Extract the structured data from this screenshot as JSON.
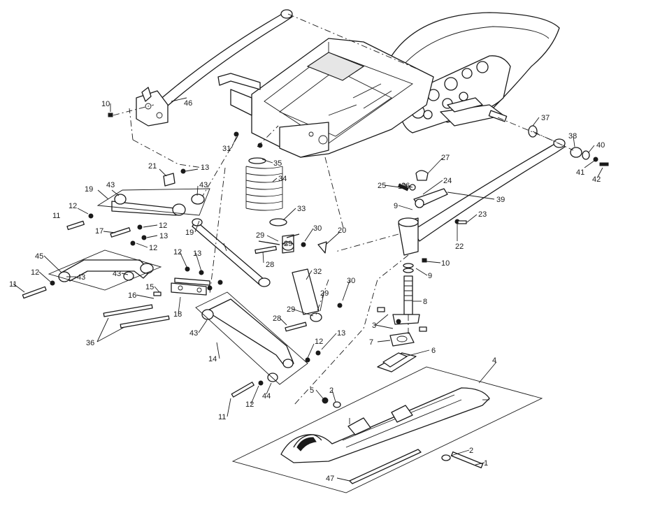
{
  "callouts": [
    {
      "id": "c1",
      "text": "1"
    },
    {
      "id": "c2a",
      "text": "2"
    },
    {
      "id": "c2b",
      "text": "2"
    },
    {
      "id": "c3",
      "text": "3"
    },
    {
      "id": "c4",
      "text": "4"
    },
    {
      "id": "c5",
      "text": "5"
    },
    {
      "id": "c6",
      "text": "6"
    },
    {
      "id": "c7",
      "text": "7"
    },
    {
      "id": "c8",
      "text": "8"
    },
    {
      "id": "c9a",
      "text": "9"
    },
    {
      "id": "c9b",
      "text": "9"
    },
    {
      "id": "c10a",
      "text": "10"
    },
    {
      "id": "c10b",
      "text": "10"
    },
    {
      "id": "c11a",
      "text": "11"
    },
    {
      "id": "c11b",
      "text": "11"
    },
    {
      "id": "c11c",
      "text": "11"
    },
    {
      "id": "c12a",
      "text": "12"
    },
    {
      "id": "c12b",
      "text": "12"
    },
    {
      "id": "c12c",
      "text": "12"
    },
    {
      "id": "c12d",
      "text": "12"
    },
    {
      "id": "c12e",
      "text": "12"
    },
    {
      "id": "c12f",
      "text": "12"
    },
    {
      "id": "c12g",
      "text": "12"
    },
    {
      "id": "c12h",
      "text": "12"
    },
    {
      "id": "c13a",
      "text": "13"
    },
    {
      "id": "c13b",
      "text": "13"
    },
    {
      "id": "c13c",
      "text": "13"
    },
    {
      "id": "c13d",
      "text": "13"
    },
    {
      "id": "c14",
      "text": "14"
    },
    {
      "id": "c15",
      "text": "15"
    },
    {
      "id": "c16",
      "text": "16"
    },
    {
      "id": "c17",
      "text": "17"
    },
    {
      "id": "c18",
      "text": "18"
    },
    {
      "id": "c19a",
      "text": "19"
    },
    {
      "id": "c19b",
      "text": "19"
    },
    {
      "id": "c20",
      "text": "20"
    },
    {
      "id": "c21",
      "text": "21"
    },
    {
      "id": "c22",
      "text": "22"
    },
    {
      "id": "c23",
      "text": "23"
    },
    {
      "id": "c24",
      "text": "24"
    },
    {
      "id": "c25",
      "text": "25"
    },
    {
      "id": "c26",
      "text": "26"
    },
    {
      "id": "c27",
      "text": "27"
    },
    {
      "id": "c28a",
      "text": "28"
    },
    {
      "id": "c28b",
      "text": "28"
    },
    {
      "id": "c29a",
      "text": "29"
    },
    {
      "id": "c29b",
      "text": "29"
    },
    {
      "id": "c29c",
      "text": "29"
    },
    {
      "id": "c29d",
      "text": "29"
    },
    {
      "id": "c30a",
      "text": "30"
    },
    {
      "id": "c30b",
      "text": "30"
    },
    {
      "id": "c31",
      "text": "31"
    },
    {
      "id": "c32",
      "text": "32"
    },
    {
      "id": "c33",
      "text": "33"
    },
    {
      "id": "c34",
      "text": "34"
    },
    {
      "id": "c35",
      "text": "35"
    },
    {
      "id": "c36",
      "text": "36"
    },
    {
      "id": "c37",
      "text": "37"
    },
    {
      "id": "c38",
      "text": "38"
    },
    {
      "id": "c39",
      "text": "39"
    },
    {
      "id": "c40",
      "text": "40"
    },
    {
      "id": "c41",
      "text": "41"
    },
    {
      "id": "c42",
      "text": "42"
    },
    {
      "id": "c43a",
      "text": "43"
    },
    {
      "id": "c43b",
      "text": "43"
    },
    {
      "id": "c43c",
      "text": "43"
    },
    {
      "id": "c43d",
      "text": "43"
    },
    {
      "id": "c43e",
      "text": "43"
    },
    {
      "id": "c44",
      "text": "44"
    },
    {
      "id": "c45",
      "text": "45"
    },
    {
      "id": "c46",
      "text": "46"
    },
    {
      "id": "c47",
      "text": "47"
    }
  ]
}
